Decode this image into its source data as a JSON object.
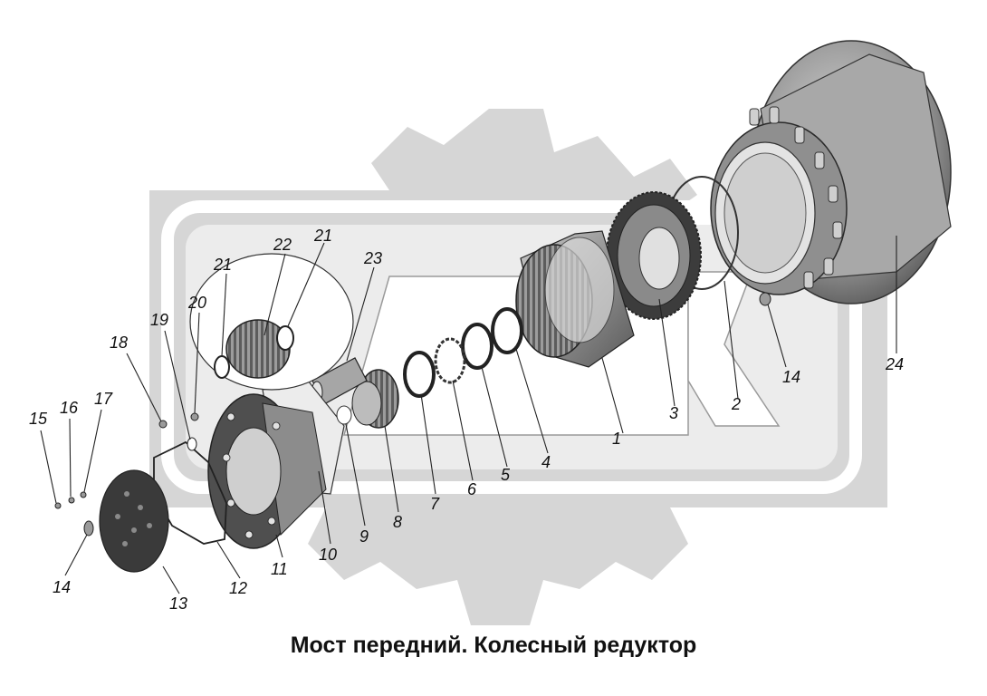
{
  "caption": "Мост передний. Колесный редуктор",
  "colors": {
    "watermark": "#d4d4d4",
    "watermark_dark": "#c2c2c2",
    "part": "#7d7d7d",
    "part_dark": "#3a3a3a",
    "part_light": "#bdbdbd"
  },
  "icons": [
    "gear-watermark-icon",
    "exploded-assembly-icon"
  ],
  "callouts": [
    {
      "id": "c1",
      "text": "1"
    },
    {
      "id": "c2",
      "text": "2"
    },
    {
      "id": "c3",
      "text": "3"
    },
    {
      "id": "c4",
      "text": "4"
    },
    {
      "id": "c5",
      "text": "5"
    },
    {
      "id": "c6",
      "text": "6"
    },
    {
      "id": "c7",
      "text": "7"
    },
    {
      "id": "c8",
      "text": "8"
    },
    {
      "id": "c9",
      "text": "9"
    },
    {
      "id": "c10",
      "text": "10"
    },
    {
      "id": "c11",
      "text": "11"
    },
    {
      "id": "c12",
      "text": "12"
    },
    {
      "id": "c13",
      "text": "13"
    },
    {
      "id": "c14a",
      "text": "14"
    },
    {
      "id": "c14b",
      "text": "14"
    },
    {
      "id": "c15",
      "text": "15"
    },
    {
      "id": "c16",
      "text": "16"
    },
    {
      "id": "c17",
      "text": "17"
    },
    {
      "id": "c18",
      "text": "18"
    },
    {
      "id": "c19",
      "text": "19"
    },
    {
      "id": "c20",
      "text": "20"
    },
    {
      "id": "c21a",
      "text": "21"
    },
    {
      "id": "c21b",
      "text": "21"
    },
    {
      "id": "c22",
      "text": "22"
    },
    {
      "id": "c23",
      "text": "23"
    },
    {
      "id": "c24",
      "text": "24"
    }
  ]
}
